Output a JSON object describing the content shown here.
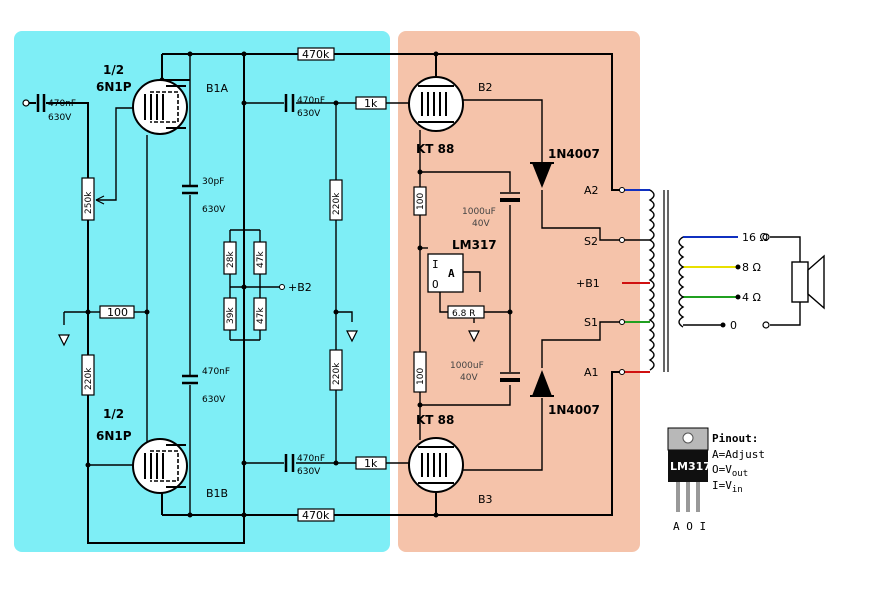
{
  "colors": {
    "left_panel": "#7EEEF6",
    "right_panel": "#F5C3AA",
    "red_lead": "#D01010",
    "blue_lead": "#1030C0",
    "green_lead": "#20A020",
    "yellow_lead": "#E8E000"
  },
  "tubes": {
    "top_half": "1/2",
    "top_type": "6N1P",
    "top_label": "B1A",
    "bottom_half": "1/2",
    "bottom_type": "6N1P",
    "bottom_label": "B1B",
    "output_top_type": "KT 88",
    "output_top_label": "B2",
    "output_bottom_type": "KT 88",
    "output_bottom_label": "B3"
  },
  "components": {
    "input_cap": "470nF",
    "input_cap_v": "630V",
    "pot": "250k",
    "r_cathode": "100",
    "r_grid_bottom": "220k",
    "r_feedback_top": "470k",
    "r_feedback_bottom": "470k",
    "cap_30pf": "30pF",
    "cap_30pf_v": "630V",
    "cap_470nf_mid": "470nF",
    "cap_470nf_mid_v": "630V",
    "r_28k": "28k",
    "r_47k_a": "47k",
    "r_39k": "39k",
    "r_47k_b": "47k",
    "b2_supply": "+B2",
    "coupling_top": "470nF",
    "coupling_top_v": "630V",
    "coupling_bottom": "470nF",
    "coupling_bottom_v": "630V",
    "grid_stop_top": "1k",
    "grid_stop_bottom": "1k",
    "r_220k_top": "220k",
    "r_220k_bottom": "220k",
    "r_100_top": "100",
    "r_100_bottom": "100",
    "cap_1000uf_top": "1000uF",
    "cap_1000uf_top_v": "40V",
    "cap_1000uf_bottom": "1000uF",
    "cap_1000uf_bottom_v": "40V",
    "regulator": "LM317",
    "reg_pin_i": "I",
    "reg_pin_a": "A",
    "reg_pin_o": "O",
    "r_6r8": "6.8 R",
    "diode_top": "1N4007",
    "diode_bottom": "1N4007"
  },
  "transformer": {
    "a2": "A2",
    "s2": "S2",
    "b1": "+B1",
    "s1": "S1",
    "a1": "A1",
    "tap_16": "16 Ω",
    "tap_8": "8 Ω",
    "tap_4": "4 Ω",
    "tap_0": "0"
  },
  "pinout": {
    "chip_label": "LM317",
    "title": "Pinout:",
    "line_a": "A=Adjust",
    "line_o_prefix": "O=V",
    "line_o_sub": "out",
    "line_i_prefix": "I=V",
    "line_i_sub": "in",
    "pins": "A O I"
  }
}
